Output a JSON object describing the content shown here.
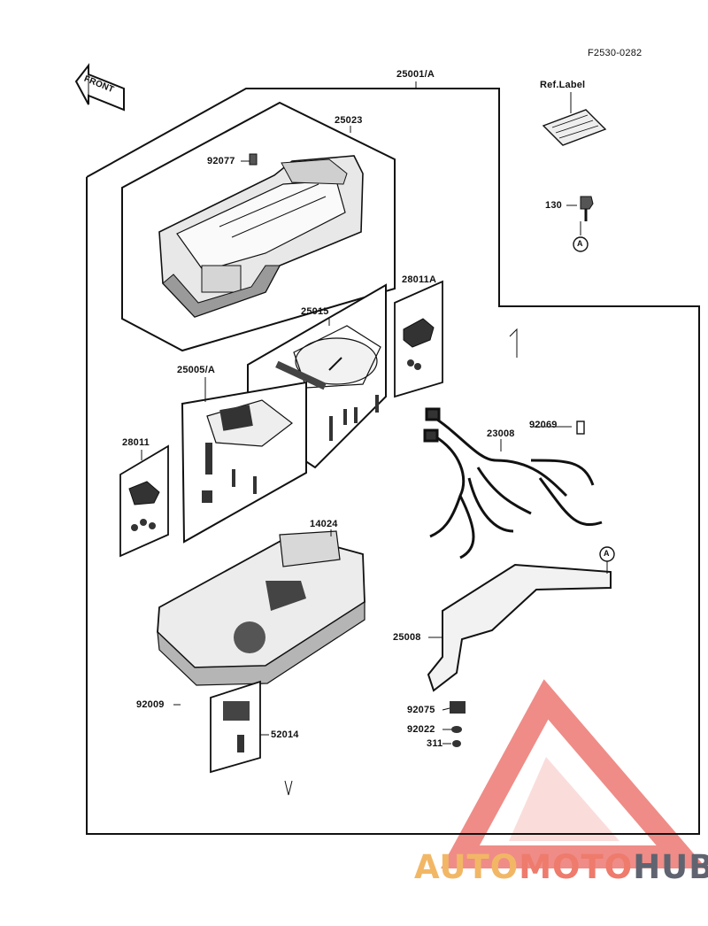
{
  "figure_code": "F2530-0282",
  "front_label": "FRONT",
  "ref_label": "Ref.Label",
  "ref_mark": "A",
  "parts": {
    "assembly": "25001/A",
    "meter_case_cover": "25023",
    "screw_top": "92077",
    "bolt_130": "130",
    "lamp_socket_a": "28011A",
    "meter_unit_25015": "25015",
    "meter_unit_25005": "25005/A",
    "lamp_socket": "28011",
    "harness": "23008",
    "bulb": "92069",
    "meter_case_lower": "14024",
    "bracket": "25008",
    "screw_92009": "92009",
    "cushion": "92075",
    "washer": "92022",
    "nut": "311",
    "holder": "52014"
  },
  "watermark": {
    "part1": "AUTO",
    "part2": "MOTO",
    "part3": "HUB",
    "colors": {
      "part1": "#f2b765",
      "part2": "#ee7b6c",
      "part3": "#5f6470",
      "triangle": "#e9605a"
    }
  }
}
